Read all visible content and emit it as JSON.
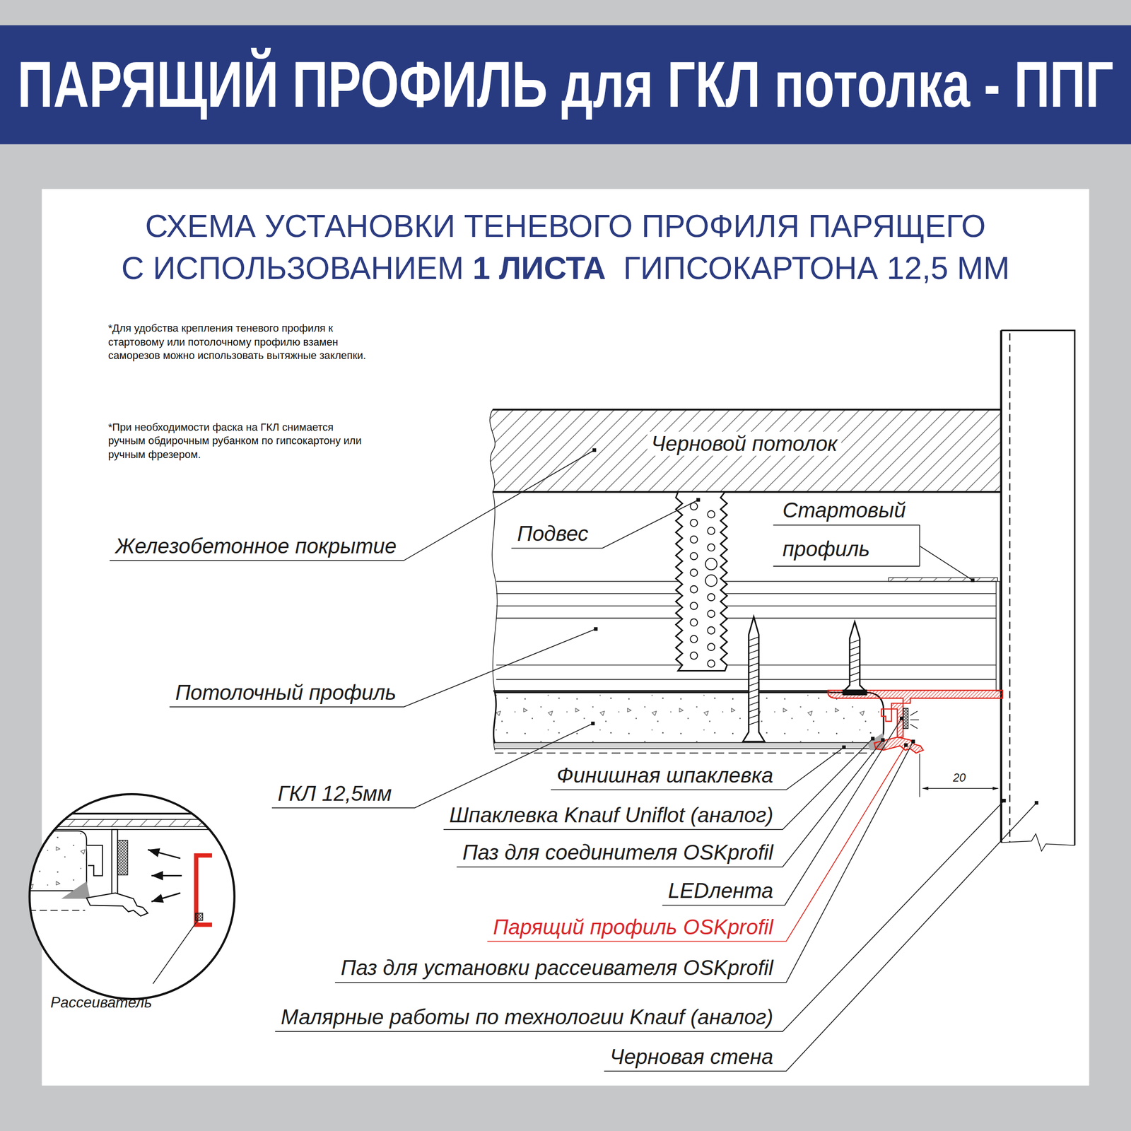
{
  "diagram": {
    "title": "ПАРЯЩИЙ ПРОФИЛЬ для ГКЛ потолка - ППГ",
    "labels": [
      "СХЕМА УСТАНОВКИ ТЕНЕВОГО ПРОФИЛЯ ПАРЯЩЕГО",
      "С ИСПОЛЬЗОВАНИЕМ",
      "1 ЛИСТА",
      "ГИПСОКАРТОНА 12,5 ММ",
      "*Для удобства крепления теневого профиля к стартовому или потолочному профилю взамен саморезов можно использовать вытяжные заклепки.",
      "*При необходимости фаска на ГКЛ снимается ручным обдирочным рубанком по гипсокартону или ручным фрезером.",
      "Черновой потолок",
      "Стартовый профиль",
      "Подвес",
      "Железобетонное покрытие",
      "Потолочный профиль",
      "ГКЛ 12,5мм",
      "Финишная шпаклевка",
      "Шпаклевка Knauf Uniflot (аналог)",
      "Паз для соединителя OSKprofil",
      "LEDлента",
      "Парящий профиль OSKprofil",
      "Паз для установки рассеивателя OSKprofil",
      "Малярные работы по технологии Knauf (аналог)",
      "Черновая стена",
      "20",
      "Рассеиватель"
    ]
  }
}
